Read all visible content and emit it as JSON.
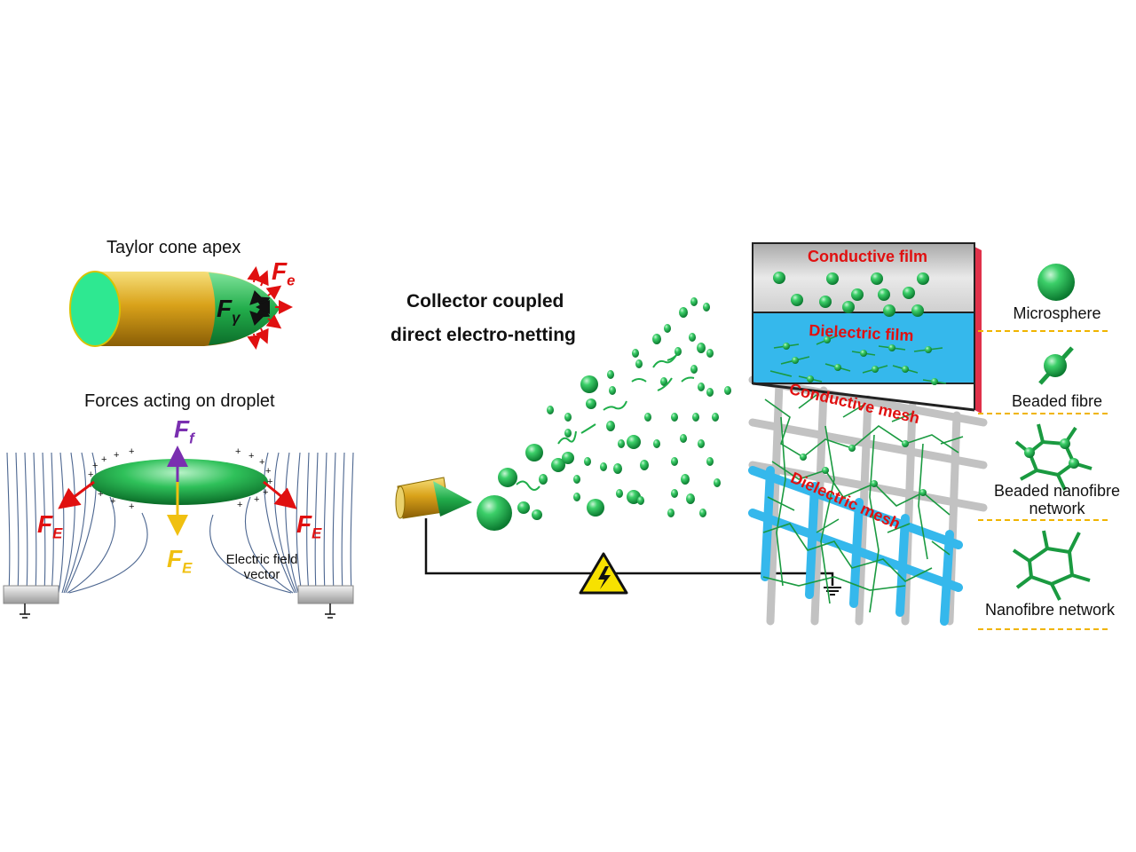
{
  "taylor_cone": {
    "title": "Taylor cone apex",
    "force_e": {
      "symbol": "F",
      "sub": "e"
    },
    "force_gamma": {
      "symbol": "F",
      "sub": "γ"
    }
  },
  "droplet": {
    "title": "Forces acting on droplet",
    "force_f": {
      "symbol": "F",
      "sub": "f"
    },
    "force_E_left": {
      "symbol": "F",
      "sub": "E"
    },
    "force_E_right": {
      "symbol": "F",
      "sub": "E"
    },
    "force_E_down": {
      "symbol": "F",
      "sub": "E"
    },
    "field_label_line1": "Electric field",
    "field_label_line2": "vector"
  },
  "process": {
    "title_line1": "Collector coupled",
    "title_line2": "direct electro-netting"
  },
  "collector": {
    "conductive_film": "Conductive film",
    "dielectric_film": "Dielectric film",
    "conductive_mesh": "Conductive mesh",
    "dielectric_mesh": "Dielectric mesh"
  },
  "legend": {
    "microsphere": "Microsphere",
    "beaded_fibre": "Beaded fibre",
    "beaded_network_line1": "Beaded nanofibre",
    "beaded_network_line2": "network",
    "nanofibre_network": "Nanofibre network"
  },
  "colors": {
    "green": "#1fae4a",
    "gold": "#d9a21a",
    "red": "#e01010",
    "purple": "#7a2fb0",
    "yellow": "#f0c010",
    "blue": "#35b8ec",
    "gray": "#c8c8c8"
  }
}
